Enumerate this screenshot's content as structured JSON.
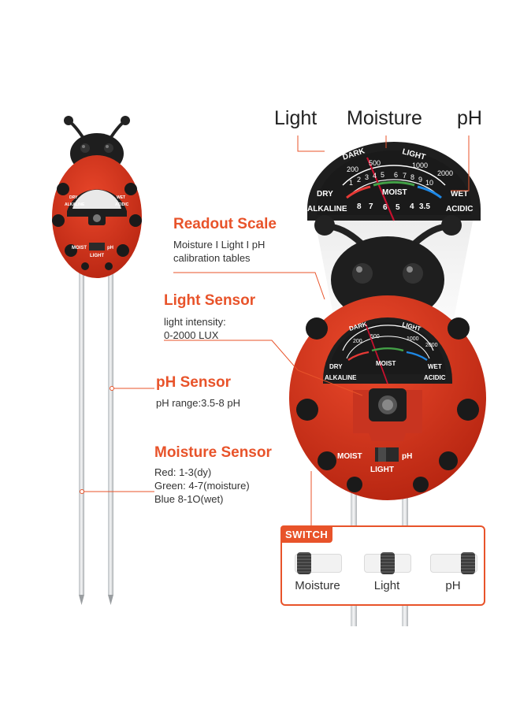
{
  "meter_scale": {
    "dark": "DARK",
    "light": "LIGHT",
    "lux_ticks": [
      "200",
      "500",
      "1000",
      "2000"
    ],
    "moisture_ticks": [
      "1",
      "2",
      "3",
      "4",
      "5",
      "6",
      "7",
      "8",
      "9",
      "10"
    ],
    "dry": "DRY",
    "moist": "MOIST",
    "wet": "WET",
    "alkaline": "ALKALINE",
    "acidic": "ACIDIC",
    "ph_ticks": [
      "8",
      "7",
      "6",
      "5",
      "4",
      "3.5"
    ]
  },
  "dial_labels": {
    "light": "Light",
    "moisture": "Moisture",
    "ph": "pH"
  },
  "features": [
    {
      "title": "Readout Scale",
      "desc": "Moisture I Light I pH\ncalibration tables"
    },
    {
      "title": "Light Sensor",
      "desc": "light intensity:\n0-2000 LUX"
    },
    {
      "title": "pH Sensor",
      "desc": "pH range:3.5-8 pH"
    },
    {
      "title": "Moisture Sensor",
      "desc": "Red: 1-3(dy)\nGreen: 4-7(moisture)\nBlue 8-1O(wet)"
    }
  ],
  "device_switch": {
    "moist": "MOIST",
    "ph": "pH",
    "light": "LIGHT"
  },
  "switch_panel": {
    "tag": "SWITCH",
    "options": [
      "Moisture",
      "Light",
      "pH"
    ]
  },
  "colors": {
    "accent": "#e8532a",
    "body_red": "#d8361e",
    "shell": "#1e1e1e"
  }
}
